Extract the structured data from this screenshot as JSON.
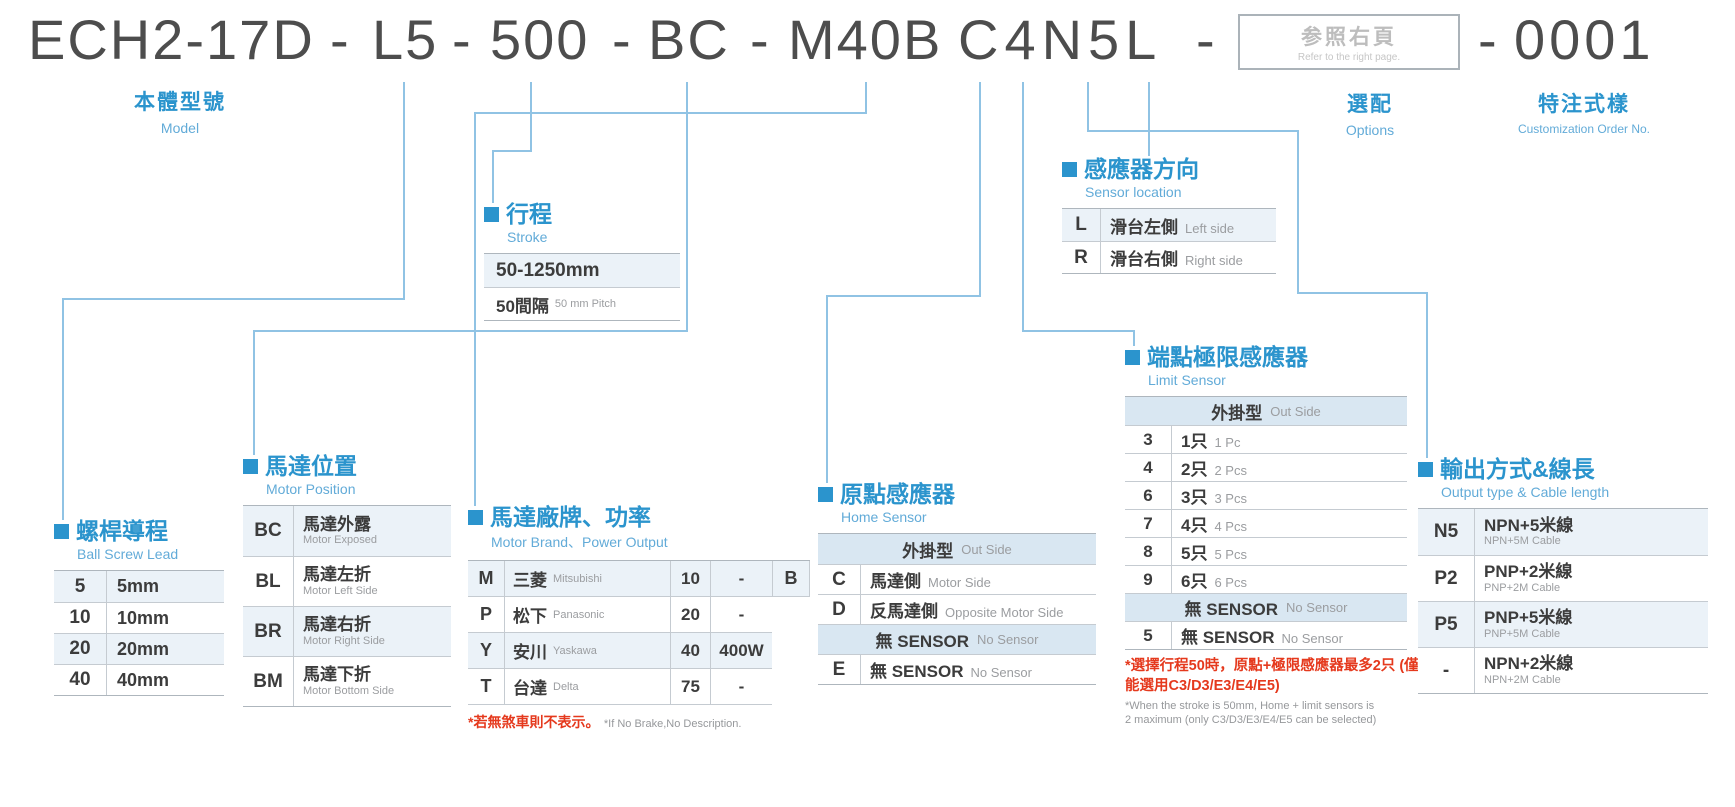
{
  "page": {
    "accent_blue": "#2B94CD",
    "line_blue": "#90C3E4",
    "note_red": "#E5391D"
  },
  "code": {
    "model": "ECH2-17D",
    "dash": "-",
    "lead": "L5",
    "stroke": "500",
    "motor_position": "BC",
    "motor_brand": "M40B",
    "sensors": "C4N5L",
    "order_no": "0001",
    "ref_box": {
      "zh": "参照右頁",
      "en": "Refer to the right page."
    }
  },
  "labels": {
    "model": {
      "zh": "本體型號",
      "en": "Model"
    },
    "options": {
      "zh": "選配",
      "en": "Options"
    },
    "customization": {
      "zh": "特注式樣",
      "en": "Customization Order No."
    }
  },
  "lead": {
    "title": {
      "zh": "螺桿導程",
      "en": "Ball Screw Lead"
    },
    "rows": [
      {
        "code": "5",
        "value": "5mm"
      },
      {
        "code": "10",
        "value": "10mm"
      },
      {
        "code": "20",
        "value": "20mm"
      },
      {
        "code": "40",
        "value": "40mm"
      }
    ]
  },
  "stroke": {
    "title": {
      "zh": "行程",
      "en": "Stroke"
    },
    "range": "50-1250mm",
    "pitch": {
      "zh": "50間隔",
      "en": "50 mm Pitch"
    }
  },
  "motor_position": {
    "title": {
      "zh": "馬達位置",
      "en": "Motor Position"
    },
    "rows": [
      {
        "code": "BC",
        "zh": "馬達外露",
        "en": "Motor Exposed"
      },
      {
        "code": "BL",
        "zh": "馬達左折",
        "en": "Motor Left Side"
      },
      {
        "code": "BR",
        "zh": "馬達右折",
        "en": "Motor Right Side"
      },
      {
        "code": "BM",
        "zh": "馬達下折",
        "en": "Motor Bottom Side"
      }
    ]
  },
  "motor_brand": {
    "title": {
      "zh": "馬達廠牌、功率",
      "en": "Motor Brand、Power Output"
    },
    "rows": [
      {
        "code": "M",
        "zh": "三菱",
        "en": "Mitsubishi",
        "power_code": "10",
        "power": "-",
        "brake": "B"
      },
      {
        "code": "P",
        "zh": "松下",
        "en": "Panasonic",
        "power_code": "20",
        "power": "-",
        "brake": ""
      },
      {
        "code": "Y",
        "zh": "安川",
        "en": "Yaskawa",
        "power_code": "40",
        "power": "400W",
        "brake": ""
      },
      {
        "code": "T",
        "zh": "台達",
        "en": "Delta",
        "power_code": "75",
        "power": "-",
        "brake": ""
      }
    ],
    "note": {
      "zh": "*若無煞車則不表示。",
      "en": "*If No Brake,No Description."
    }
  },
  "home_sensor": {
    "title": {
      "zh": "原點感應器",
      "en": "Home Sensor"
    },
    "group_outside": {
      "zh": "外掛型",
      "en": "Out Side"
    },
    "rows": [
      {
        "code": "C",
        "zh": "馬達側",
        "en": "Motor Side"
      },
      {
        "code": "D",
        "zh": "反馬達側",
        "en": "Opposite Motor Side"
      }
    ],
    "group_none": {
      "zh": "無 SENSOR",
      "en": "No Sensor"
    },
    "none_row": {
      "code": "E",
      "zh": "無 SENSOR",
      "en": "No Sensor"
    }
  },
  "limit_sensor": {
    "title": {
      "zh": "端點極限感應器",
      "en": "Limit Sensor"
    },
    "group_outside": {
      "zh": "外掛型",
      "en": "Out Side"
    },
    "rows": [
      {
        "code": "3",
        "zh": "1只",
        "en": "1 Pc"
      },
      {
        "code": "4",
        "zh": "2只",
        "en": "2 Pcs"
      },
      {
        "code": "6",
        "zh": "3只",
        "en": "3 Pcs"
      },
      {
        "code": "7",
        "zh": "4只",
        "en": "4 Pcs"
      },
      {
        "code": "8",
        "zh": "5只",
        "en": "5 Pcs"
      },
      {
        "code": "9",
        "zh": "6只",
        "en": "6 Pcs"
      }
    ],
    "group_none": {
      "zh": "無 SENSOR",
      "en": "No Sensor"
    },
    "none_row": {
      "code": "5",
      "zh": "無 SENSOR",
      "en": "No Sensor"
    },
    "note_red": "*選擇行程50時，原點+極限感應器最多2只 (僅能選用C3/D3/E3/E4/E5)",
    "note_en": "*When the stroke is 50mm, Home + limit sensors is 2 maximum (only C3/D3/E3/E4/E5 can be selected)"
  },
  "output": {
    "title": {
      "zh": "輸出方式&線長",
      "en": "Output type & Cable length"
    },
    "rows": [
      {
        "code": "N5",
        "zh": "NPN+5米線",
        "en": "NPN+5M Cable"
      },
      {
        "code": "P2",
        "zh": "PNP+2米線",
        "en": "PNP+2M Cable"
      },
      {
        "code": "P5",
        "zh": "PNP+5米線",
        "en": "PNP+5M Cable"
      },
      {
        "code": "-",
        "zh": "NPN+2米線",
        "en": "NPN+2M Cable"
      }
    ]
  },
  "sensor_location": {
    "title": {
      "zh": "感應器方向",
      "en": "Sensor location"
    },
    "rows": [
      {
        "code": "L",
        "zh": "滑台左側",
        "en": "Left side"
      },
      {
        "code": "R",
        "zh": "滑台右側",
        "en": "Right side"
      }
    ]
  }
}
